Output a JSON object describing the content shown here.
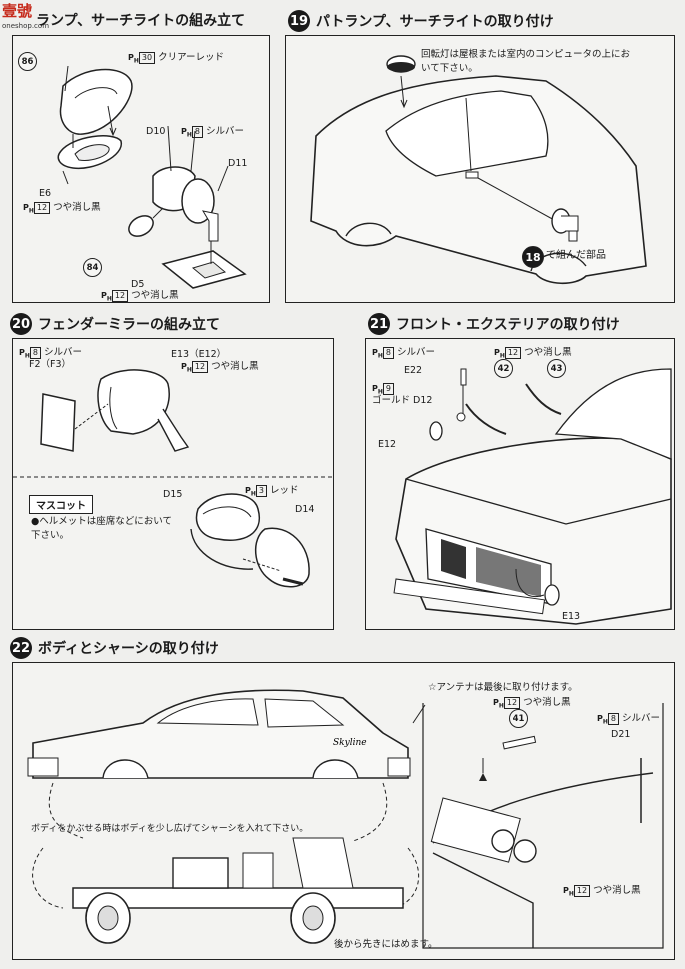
{
  "watermark": {
    "brand": "壹號",
    "url": "oneshop.com"
  },
  "step18": {
    "title": "ランプ、サーチライトの組み立て",
    "part86": "86",
    "clear_red": "クリアーレッド",
    "clear_red_code": "30",
    "d10": "D10",
    "silver_code": "8",
    "silver": "シルバー",
    "d11": "D11",
    "e6": "E6",
    "matte_black_code": "12",
    "matte_black": "つや消し黒",
    "part84": "84",
    "d5": "D5",
    "d5_code": "12",
    "d5_paint": "つや消し黒"
  },
  "step19": {
    "num": "19",
    "title": "パトランプ、サーチライトの取り付け",
    "note": "回転灯は屋根または室内のコンピュータの上において下さい。",
    "ref_num": "18",
    "ref_text": "で組んだ部品"
  },
  "step20": {
    "num": "20",
    "title": "フェンダーミラーの組み立て",
    "silver_code": "8",
    "silver": "シルバー",
    "f2": "F2（F3）",
    "e13": "E13（E12）",
    "matte_code": "12",
    "matte": "つや消し黒",
    "mascot": "マスコット",
    "mascot_note": "●ヘルメットは座席などにおいて下さい。",
    "d15": "D15",
    "red_code": "3",
    "red": "レッド",
    "d14": "D14"
  },
  "step21": {
    "num": "21",
    "title": "フロント・エクステリアの取り付け",
    "silver_code": "8",
    "silver": "シルバー",
    "matte_code": "12",
    "matte": "つや消し黒",
    "e22": "E22",
    "p42": "42",
    "p43": "43",
    "gold_code": "9",
    "gold": "ゴールド",
    "d12": "D12",
    "e12": "E12",
    "e13": "E13"
  },
  "step22": {
    "num": "22",
    "title": "ボディとシャーシの取り付け",
    "antenna_note": "☆アンテナは最後に取り付けます。",
    "matte_code": "12",
    "matte": "つや消し黒",
    "p41": "41",
    "silver_code": "8",
    "silver": "シルバー",
    "d21": "D21",
    "body_note": "ボディをかぶせる時はボディを少し広げてシャーシを入れて下さい。",
    "matte2_code": "12",
    "matte2": "つや消し黒",
    "rear_note": "後から先きにはめます。"
  }
}
